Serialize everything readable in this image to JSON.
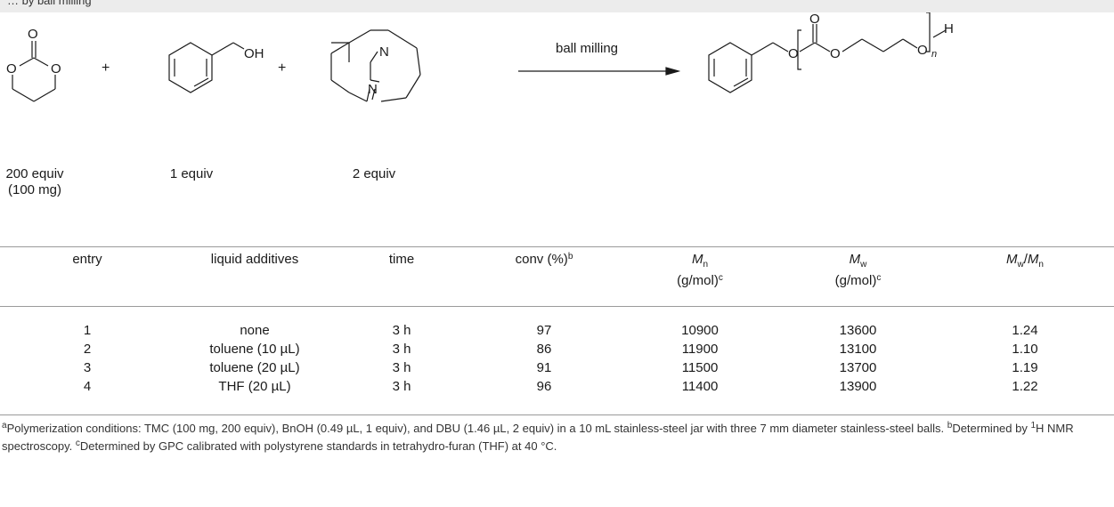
{
  "caption": "… by ball milling",
  "scheme": {
    "arrow_label": "ball milling",
    "plus": "+",
    "reagents": [
      {
        "label_line1": "200 equiv",
        "label_line2": "(100 mg)"
      },
      {
        "label_line1": "1 equiv",
        "label_line2": ""
      },
      {
        "label_line1": "2 equiv",
        "label_line2": ""
      }
    ],
    "atoms": {
      "O": "O",
      "OH": "OH",
      "N": "N",
      "H": "H",
      "n": "n"
    }
  },
  "table": {
    "headers": {
      "entry": "entry",
      "additives": "liquid additives",
      "time": "time",
      "conv": "conv (%)",
      "conv_note": "b",
      "mn_sym": "M",
      "mn_sub": "n",
      "mw_sym": "M",
      "mw_sub": "w",
      "unit": "(g/mol)",
      "unit_note": "c",
      "ratio_a": "M",
      "ratio_a_sub": "w",
      "ratio_slash": "/",
      "ratio_b": "M",
      "ratio_b_sub": "n"
    },
    "rows": [
      {
        "entry": "1",
        "additive": "none",
        "time": "3 h",
        "conv": "97",
        "mn": "10900",
        "mw": "13600",
        "ratio": "1.24"
      },
      {
        "entry": "2",
        "additive": "toluene (10 µL)",
        "time": "3 h",
        "conv": "86",
        "mn": "11900",
        "mw": "13100",
        "ratio": "1.10"
      },
      {
        "entry": "3",
        "additive": "toluene (20 µL)",
        "time": "3 h",
        "conv": "91",
        "mn": "11500",
        "mw": "13700",
        "ratio": "1.19"
      },
      {
        "entry": "4",
        "additive": "THF (20 µL)",
        "time": "3 h",
        "conv": "96",
        "mn": "11400",
        "mw": "13900",
        "ratio": "1.22"
      }
    ]
  },
  "footnotes": {
    "a_mark": "a",
    "a_text": "Polymerization conditions: TMC (100 mg, 200 equiv), BnOH (0.49 µL, 1 equiv), and DBU (1.46 µL, 2 equiv) in a 10 mL stainless-steel jar with three 7 mm diameter stainless-steel balls.",
    "b_mark": "b",
    "b_text_pre": "Determined by ",
    "b_iso": "1",
    "b_text_post": "H NMR spectroscopy.",
    "c_mark": "c",
    "c_text": "Determined by GPC calibrated with polystyrene standards in tetrahydro-furan (THF) at 40 °C."
  }
}
